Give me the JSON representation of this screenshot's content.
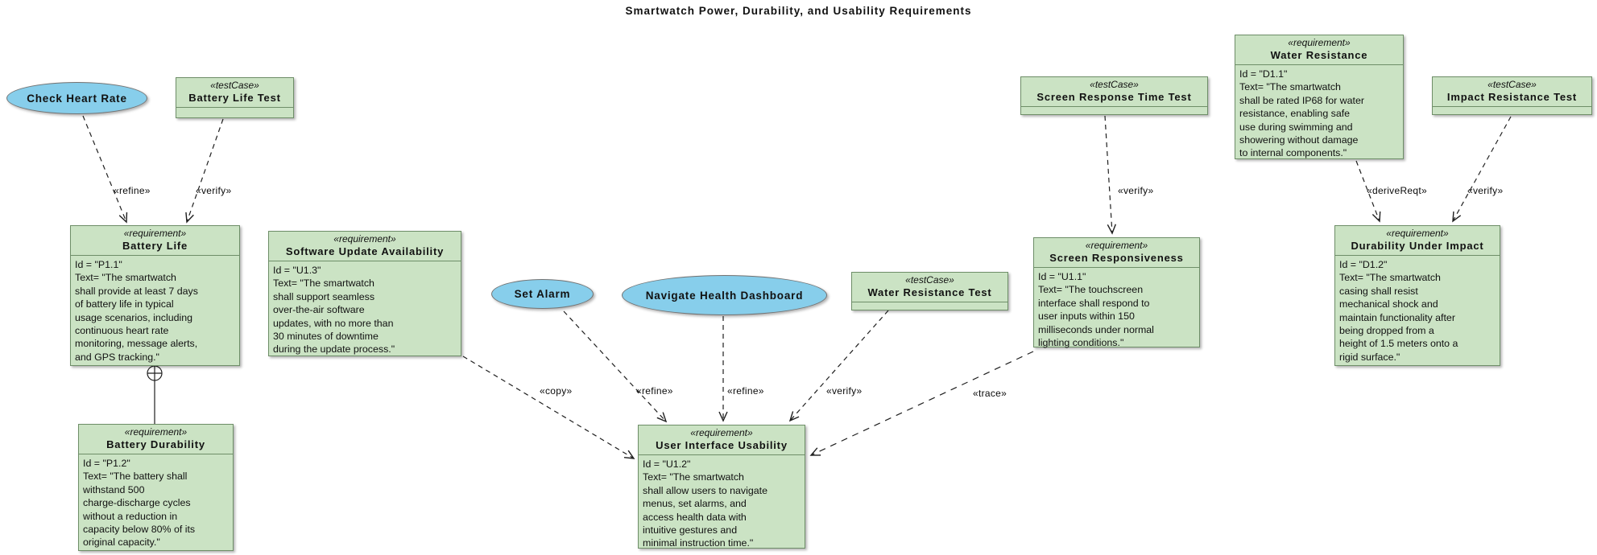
{
  "title": "Smartwatch Power, Durability, and Usability Requirements",
  "colors": {
    "node_fill": "#cbe3c4",
    "node_border": "#6e8e68",
    "usecase_fill": "#87ceeb",
    "usecase_border": "#737373",
    "edge": "#1f1f1f"
  },
  "nodes": {
    "check_heart_rate": {
      "type": "usecase",
      "label": "Check Heart Rate"
    },
    "set_alarm": {
      "type": "usecase",
      "label": "Set Alarm"
    },
    "navigate_health_dashboard": {
      "type": "usecase",
      "label": "Navigate Health Dashboard"
    },
    "battery_life_test": {
      "type": "testCase",
      "stereotype": "«testCase»",
      "name": "Battery Life Test"
    },
    "water_resistance_test": {
      "type": "testCase",
      "stereotype": "«testCase»",
      "name": "Water Resistance Test"
    },
    "screen_response_time_test": {
      "type": "testCase",
      "stereotype": "«testCase»",
      "name": "Screen Response Time Test"
    },
    "impact_resistance_test": {
      "type": "testCase",
      "stereotype": "«testCase»",
      "name": "Impact Resistance Test"
    },
    "battery_life": {
      "type": "requirement",
      "stereotype": "«requirement»",
      "name": "Battery Life",
      "body": "Id =  \"P1.1\"\nText= \"The smartwatch\nshall provide at least 7 days\nof battery life in typical\nusage scenarios, including\ncontinuous heart rate\nmonitoring, message alerts,\nand GPS tracking.\""
    },
    "battery_durability": {
      "type": "requirement",
      "stereotype": "«requirement»",
      "name": "Battery Durability",
      "body": "Id =  \"P1.2\"\nText= \"The battery shall\nwithstand 500\ncharge-discharge cycles\nwithout a reduction in\ncapacity below 80% of its\noriginal capacity.\""
    },
    "software_update_availability": {
      "type": "requirement",
      "stereotype": "«requirement»",
      "name": "Software Update Availability",
      "body": "Id =  \"U1.3\"\nText= \"The smartwatch\nshall support seamless\nover-the-air software\nupdates, with no more than\n30 minutes of downtime\nduring the update process.\""
    },
    "screen_responsiveness": {
      "type": "requirement",
      "stereotype": "«requirement»",
      "name": "Screen Responsiveness",
      "body": "Id =  \"U1.1\"\nText= \"The touchscreen\ninterface shall respond to\nuser inputs within 150\nmilliseconds under normal\nlighting conditions.\""
    },
    "water_resistance": {
      "type": "requirement",
      "stereotype": "«requirement»",
      "name": "Water Resistance",
      "body": "Id =  \"D1.1\"\nText= \"The smartwatch\nshall be rated IP68 for water\nresistance, enabling safe\nuse during swimming and\nshowering without damage\nto internal components.\""
    },
    "durability_under_impact": {
      "type": "requirement",
      "stereotype": "«requirement»",
      "name": "Durability Under Impact",
      "body": "Id =  \"D1.2\"\nText= \"The smartwatch\ncasing shall resist\nmechanical shock and\nmaintain functionality after\nbeing dropped from a\nheight of 1.5 meters onto a\nrigid surface.\""
    },
    "user_interface_usability": {
      "type": "requirement",
      "stereotype": "«requirement»",
      "name": "User Interface Usability",
      "body": "Id =  \"U1.2\"\nText= \"The smartwatch\nshall allow users to navigate\nmenus, set alarms, and\naccess health data with\nintuitive gestures and\nminimal instruction time.\""
    }
  },
  "edge_labels": {
    "refine_check_heart_rate": "«refine»",
    "verify_battery_life_test": "«verify»",
    "copy_software_update": "«copy»",
    "refine_set_alarm": "«refine»",
    "refine_navigate_dashboard": "«refine»",
    "verify_water_resistance_test": "«verify»",
    "trace_screen_responsiveness": "«trace»",
    "verify_screen_response_time": "«verify»",
    "derive_water_resistance": "«deriveReqt»",
    "verify_impact_resistance": "«verify»"
  }
}
